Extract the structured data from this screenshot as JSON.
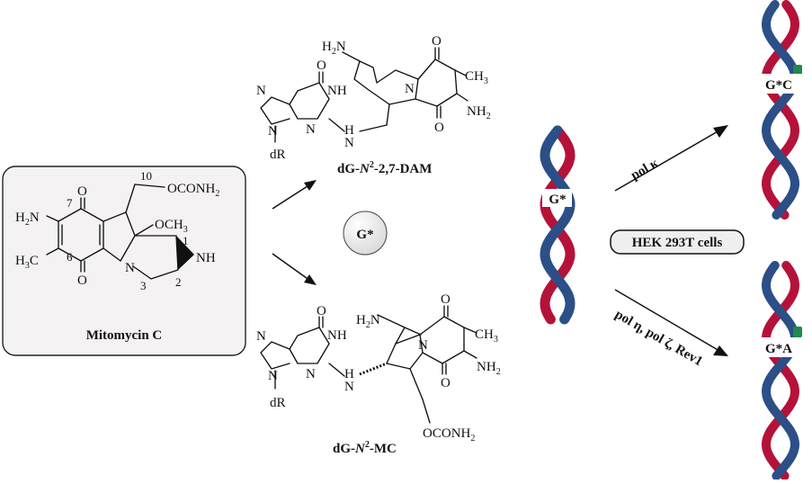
{
  "mitomycin": {
    "name": "Mitomycin C",
    "labels": {
      "h2n": "H2N",
      "h3c": "H3C",
      "o_top": "O",
      "o_bottom": "O",
      "n_ring": "N",
      "nh": "NH",
      "och3": "OCH3",
      "oconh2": "OCONH2",
      "pos10": "10",
      "pos7": "7",
      "pos6": "6",
      "pos1": "1",
      "pos2": "2",
      "pos3": "3"
    }
  },
  "dam": {
    "name_pre": "dG-",
    "name_n": "N",
    "name_sup": "2",
    "name_post": "-2,7-DAM",
    "labels": {
      "h2n": "H2N",
      "o1": "O",
      "o2": "O",
      "o3": "O",
      "n_indole": "N",
      "ch3": "CH3",
      "nh2": "NH2",
      "n7": "N",
      "nh": "NH",
      "n9": "N",
      "n3": "N",
      "hn": "H",
      "nlink": "N",
      "dr": "dR"
    }
  },
  "mc": {
    "name_pre": "dG-",
    "name_n": "N",
    "name_sup": "2",
    "name_post": "-MC",
    "labels": {
      "h2n": "H2N",
      "o1": "O",
      "o2": "O",
      "o3": "O",
      "n_indole": "N",
      "ch3": "CH3",
      "nh2": "NH2",
      "oconh2": "OCONH2",
      "n7": "N",
      "nh": "NH",
      "n9": "N",
      "n3": "N",
      "hn": "H",
      "nlink": "N",
      "dr": "dR"
    }
  },
  "gstar": "G*",
  "dna_center_label": "G*",
  "top_pair_label": "G*C",
  "bottom_pair_label": "G*A",
  "pol_top": "pol κ",
  "pol_bottom": "pol η, pol ζ, Rev1",
  "cells": "HEK 293T cells",
  "colors": {
    "strand_red": "#b5123a",
    "strand_blue": "#2b4f86",
    "lesion_green": "#1f8a4c"
  }
}
